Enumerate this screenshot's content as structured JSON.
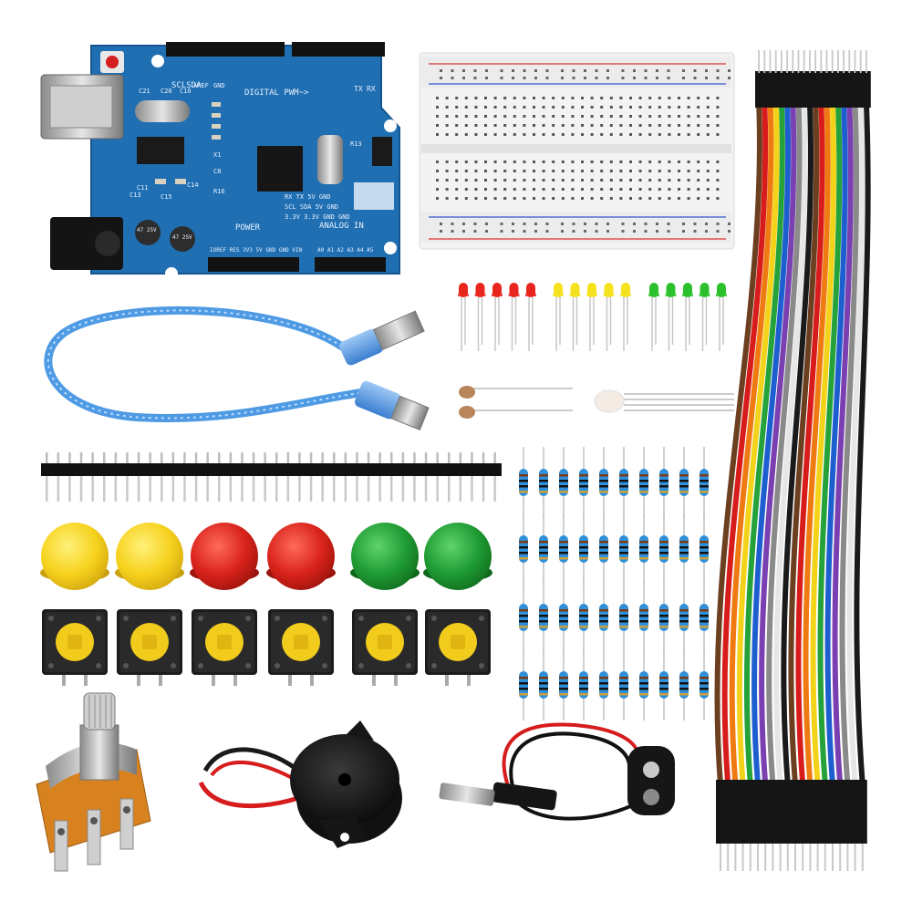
{
  "image": {
    "subject": "arduino-starter-kit-components"
  },
  "board": {
    "label_digital": "DIGITAL PWM~>",
    "label_power": "POWER",
    "label_analog": "ANALOG IN",
    "label_tx": "TX",
    "label_rx": "RX",
    "label_scl_sda": "SCLSDA",
    "label_aref": "AREF",
    "label_gnd": "GND",
    "label_c21": "C21",
    "label_c20": "C20",
    "label_c16": "C16",
    "label_c13": "C13",
    "label_c15": "C15",
    "label_r13": "R13",
    "label_x1": "X1",
    "label_r16": "R16",
    "label_c8": "C8",
    "label_c14": "C14",
    "label_c11": "C11",
    "label_cap1": "47\n25V",
    "label_cap2": "47\n25V",
    "label_rx_tx_row": "RX  TX  5V  GND",
    "label_scl_row": "SCL SDA 5V  GND",
    "label_33_row": "3.3V 3.3V GND GND",
    "label_power_pins": "IOREF RES 3V3 5V GND GND VIN",
    "label_analog_pins": "A0 A1 A2 A3 A4 A5"
  },
  "colors": {
    "board": "#1f6fb2",
    "board_dark": "#134f86",
    "breadboard": "#f3f3f3",
    "led_red": "#e8261d",
    "led_yellow": "#f5e21e",
    "led_green": "#2cc12c",
    "cap_yellow": "#f6d21d",
    "cap_red": "#d9231b",
    "cap_green": "#1f9b34",
    "usb_blue": "#3b8fe0"
  },
  "jumper_colors": [
    "#6b3f1f",
    "#d81c1c",
    "#f07a12",
    "#f3d31a",
    "#25a23a",
    "#1e5fd0",
    "#7a3fb0",
    "#8a8a8a",
    "#ffffff",
    "#1a1a1a"
  ]
}
